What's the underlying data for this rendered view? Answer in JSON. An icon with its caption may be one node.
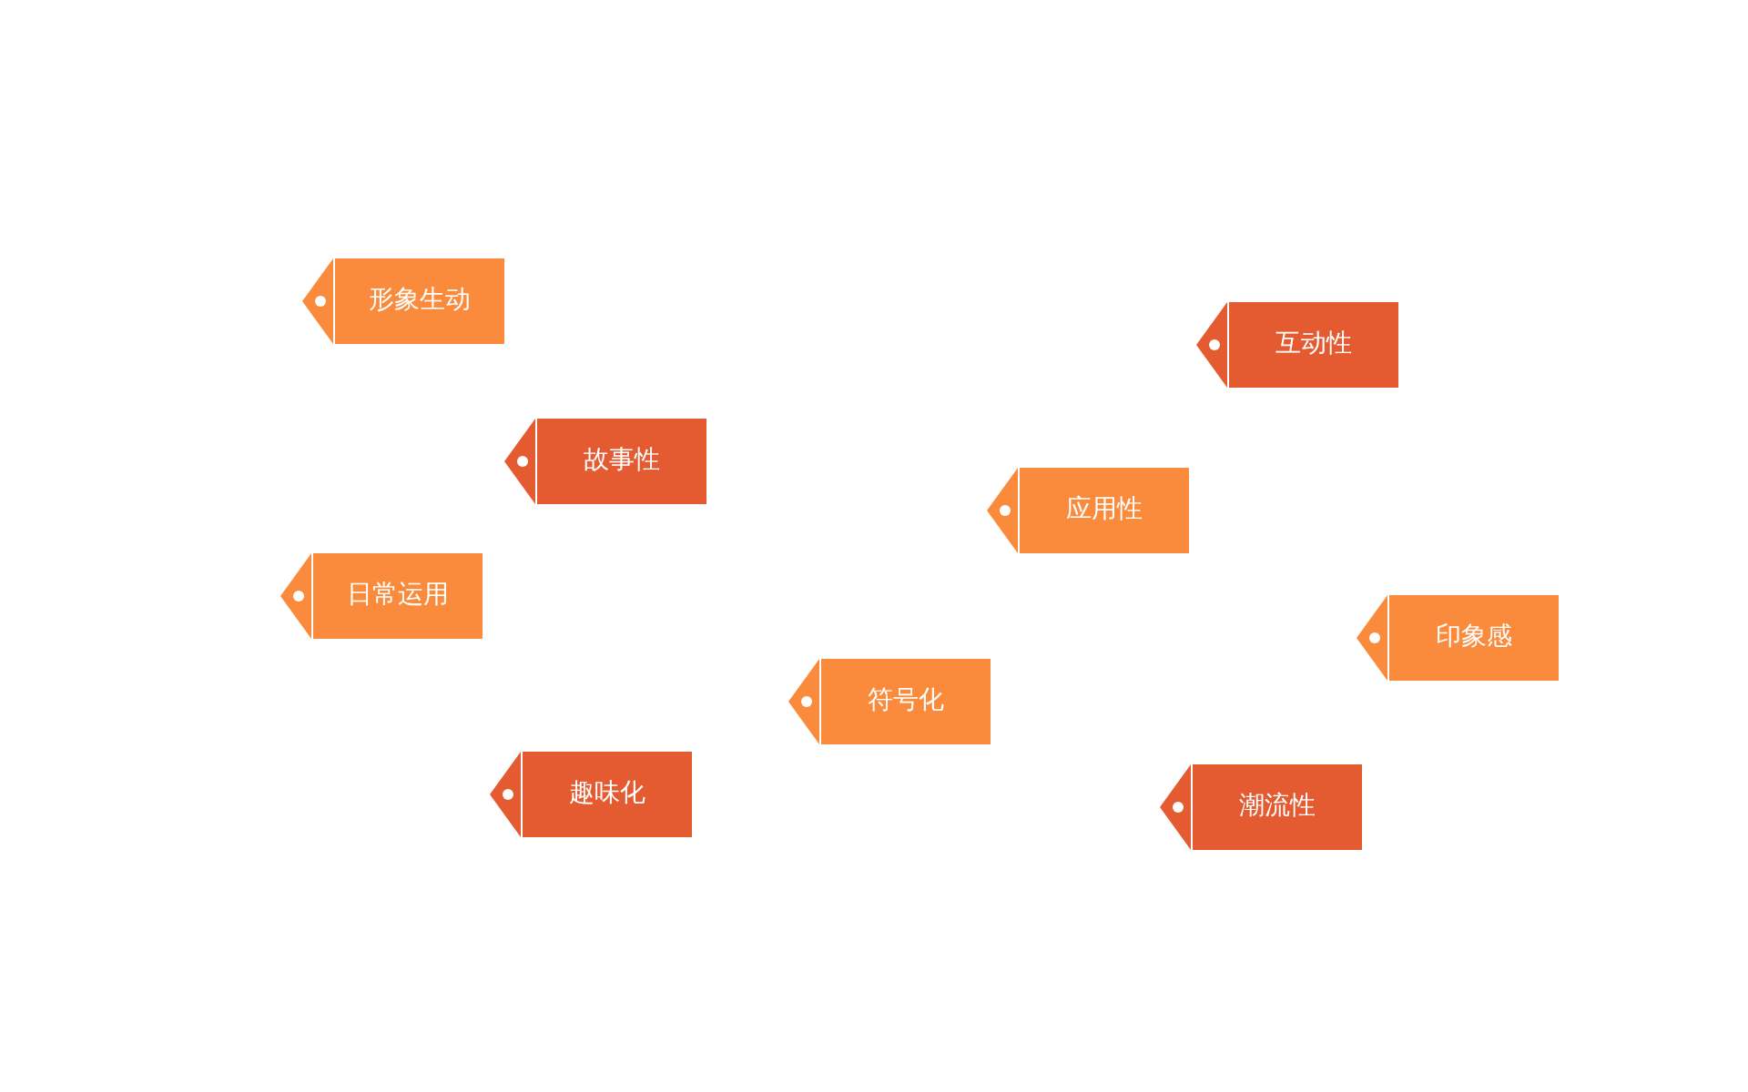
{
  "diagram": {
    "nodes": [
      {
        "text": [
          "形象生动"
        ]
      },
      {
        "text": [
          "故事性"
        ]
      },
      {
        "text": [
          "日常运用"
        ]
      },
      {
        "text": [
          "趣味化"
        ]
      },
      {
        "text": [
          "符号化"
        ]
      },
      {
        "text": [
          "应用性"
        ]
      },
      {
        "text": [
          "互动性"
        ]
      },
      {
        "text": [
          "印象感"
        ]
      },
      {
        "text": [
          "潮流性"
        ]
      }
    ]
  }
}
